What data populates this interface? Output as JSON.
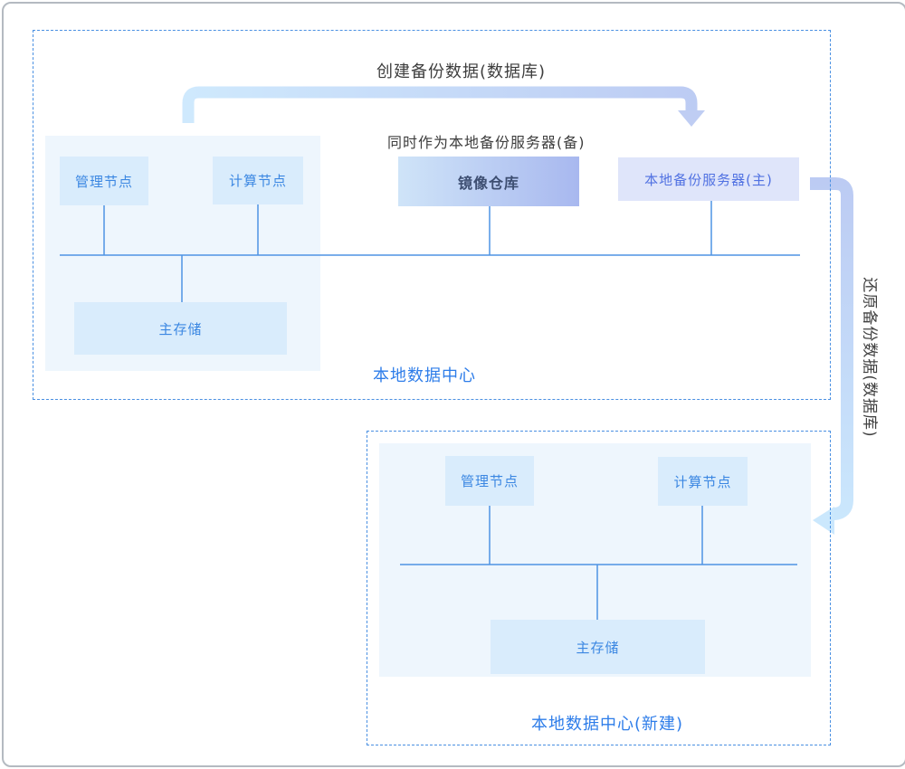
{
  "top_datacenter": {
    "label": "本地数据中心",
    "nodes": {
      "management": "管理节点",
      "compute": "计算节点",
      "mirror_repo": "镜像仓库",
      "local_backup_primary": "本地备份服务器(主)",
      "primary_storage": "主存储"
    }
  },
  "new_datacenter": {
    "label": "本地数据中心(新建)",
    "nodes": {
      "management": "管理节点",
      "compute": "计算节点",
      "primary_storage": "主存储"
    }
  },
  "annotations": {
    "create_backup": "创建备份数据(数据库)",
    "standby_note": "同时作为本地备份服务器(备)",
    "restore_backup": "还原备份数据(数据库)"
  },
  "colors": {
    "dashed_border": "#4a90e2",
    "wire_line": "#4e94e4",
    "node_fill": "#d9ecfc",
    "node_text": "#3b87e2",
    "mirror_gradient_start": "#cfe4f8",
    "mirror_gradient_end": "#a8b8ef",
    "mirror_text": "#3d4e71",
    "backup_fill": "#dfe5fa",
    "backup_text": "#5071e2",
    "cluster_fill": "#eef6fd",
    "center_label_text": "#2e7de9",
    "annotation_text": "#3e3e3e",
    "arrow_blue": "#cfe9fd",
    "arrow_periwinkle": "#bccbf3",
    "frame_border": "#b4bac1"
  }
}
